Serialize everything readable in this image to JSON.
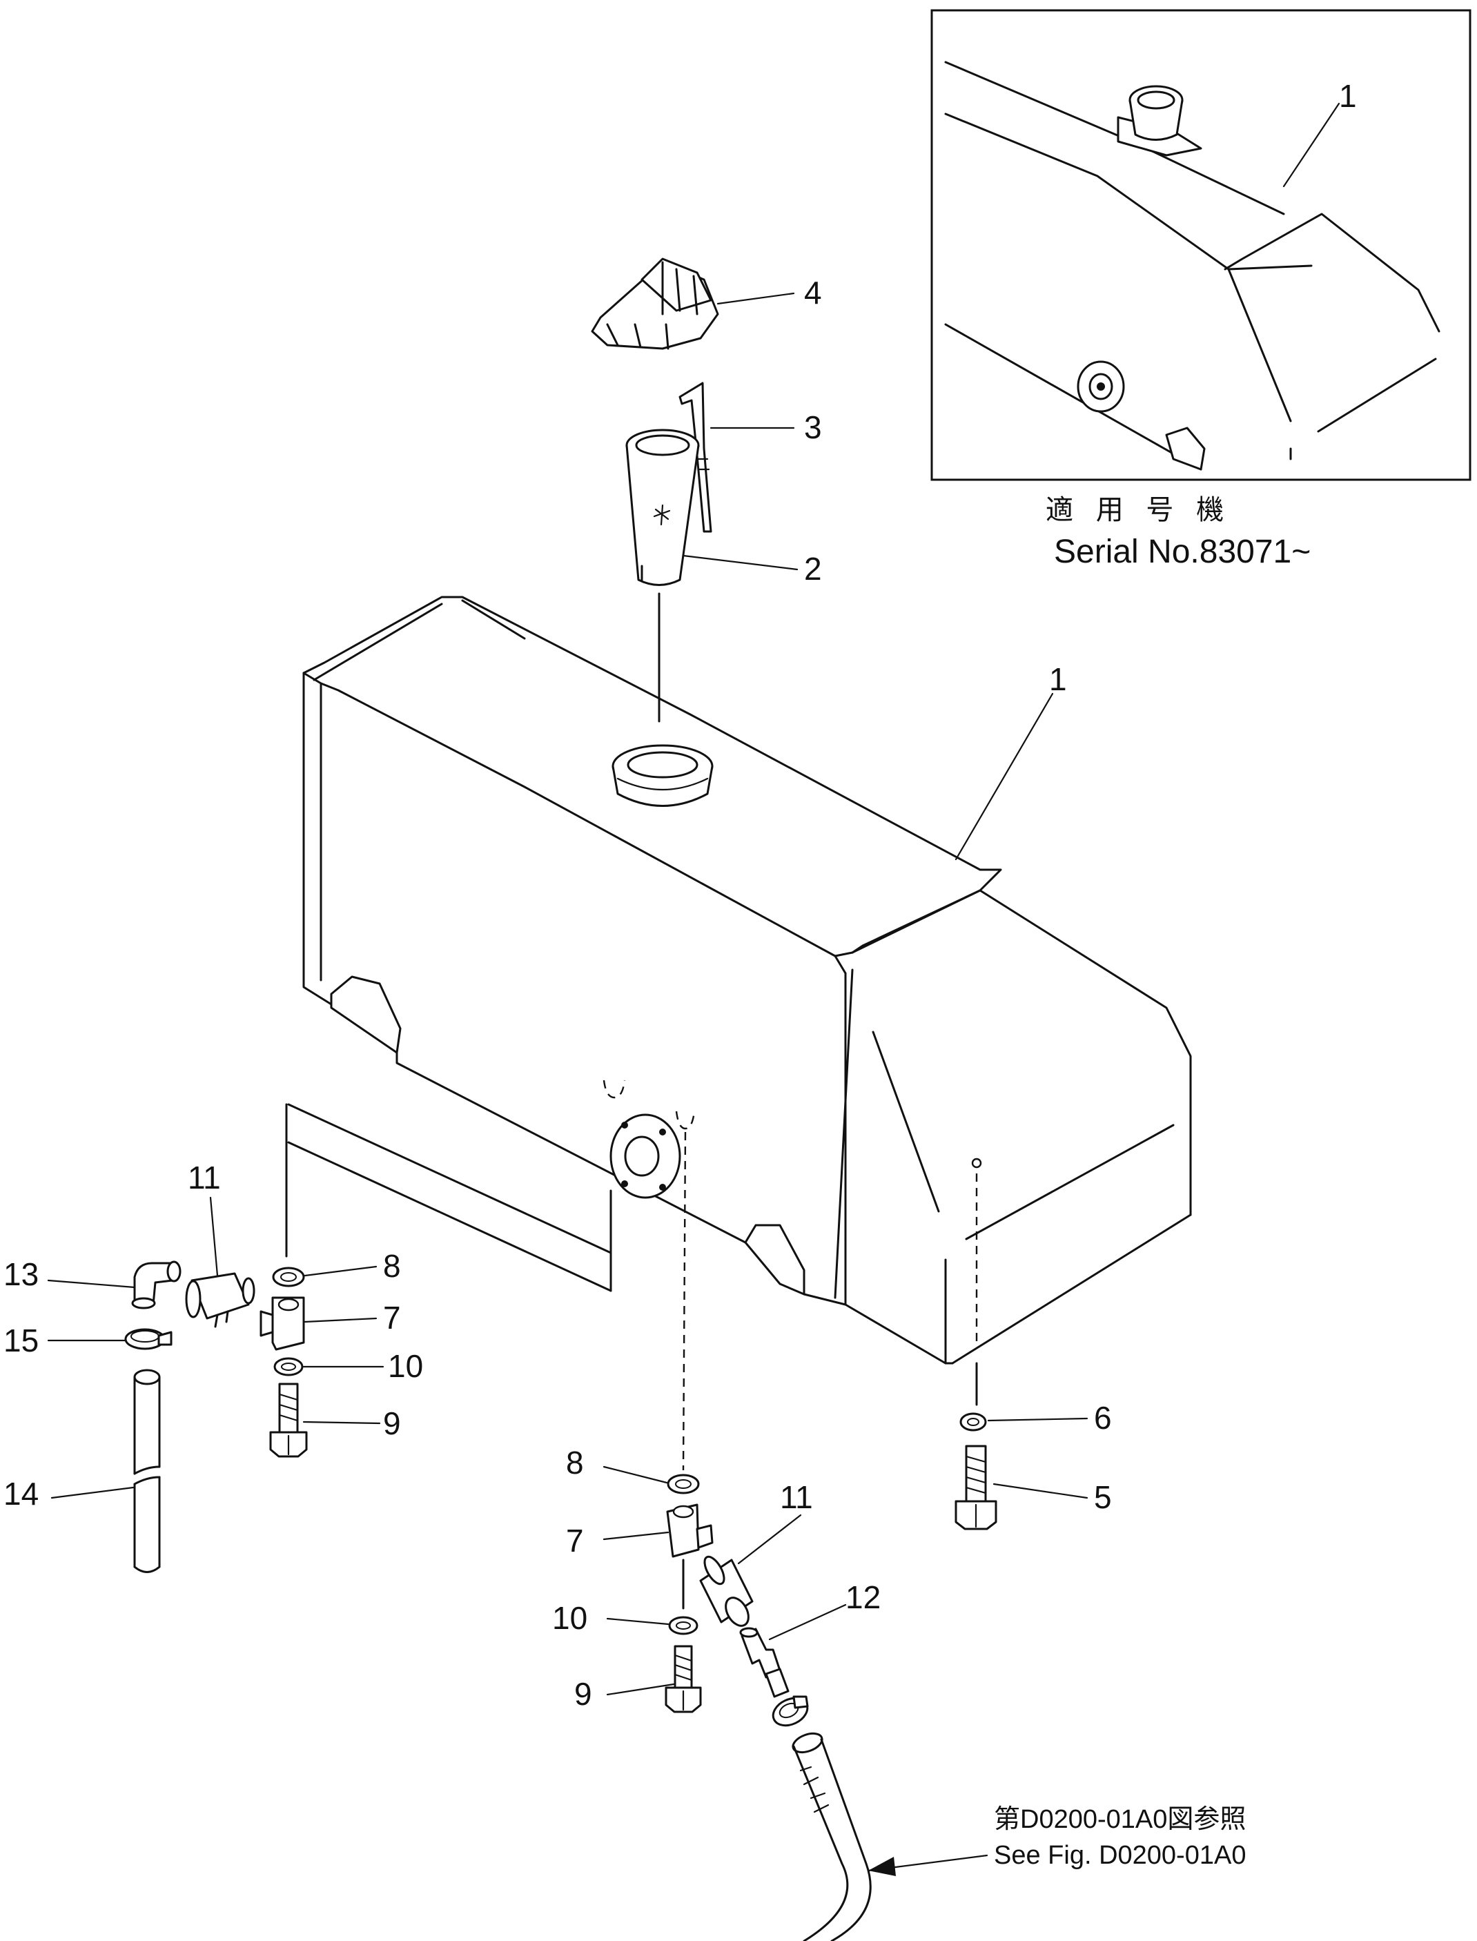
{
  "inset": {
    "serial_label_jp": "適 用 号 機",
    "serial_label": "Serial  No.83071~"
  },
  "reference": {
    "jp": "第D0200-01A0図参照",
    "en": "See Fig. D0200-01A0"
  },
  "callouts": {
    "inset_tank": "1",
    "tank": "1",
    "filler_neck": "2",
    "strainer_handle": "3",
    "cap": "4",
    "bolt_r": "5",
    "washer_r": "6",
    "joint_l": "7",
    "gasket_l": "8",
    "bolt_l": "9",
    "washer_l": "10",
    "valve_l": "11",
    "elbow": "13",
    "hose_clamp_l": "15",
    "hose_l": "14",
    "gasket_m": "8",
    "joint_m": "7",
    "valve_m": "11",
    "washer_m": "10",
    "connector": "12",
    "bolt_m": "9"
  }
}
